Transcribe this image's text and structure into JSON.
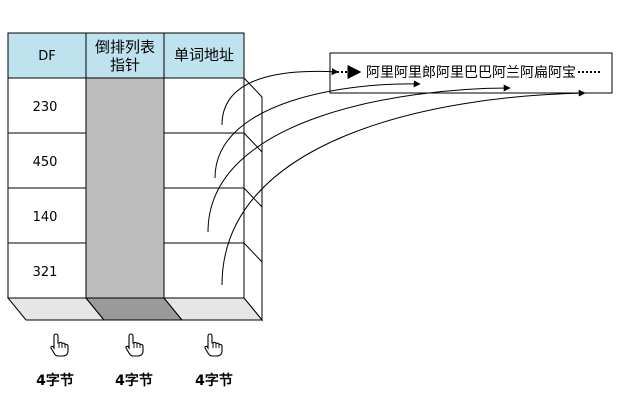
{
  "table": {
    "headers": {
      "df": "DF",
      "pointer_line1": "倒排列表",
      "pointer_line2": "指针",
      "word_addr": "单词地址"
    },
    "rows": [
      {
        "df": "230"
      },
      {
        "df": "450"
      },
      {
        "df": "140"
      },
      {
        "df": "321"
      }
    ]
  },
  "string_storage": {
    "text": "阿里阿里郎阿里巴巴阿兰阿扁阿宝"
  },
  "labels": [
    "4字节",
    "4字节",
    "4字节"
  ],
  "colors": {
    "header_fill": "#bfe3ee",
    "pointer_col_fill": "#bdbdbd",
    "bottom_face_light": "#e6e6e6",
    "bottom_face_dark": "#9a9a9a",
    "line": "#000000"
  }
}
